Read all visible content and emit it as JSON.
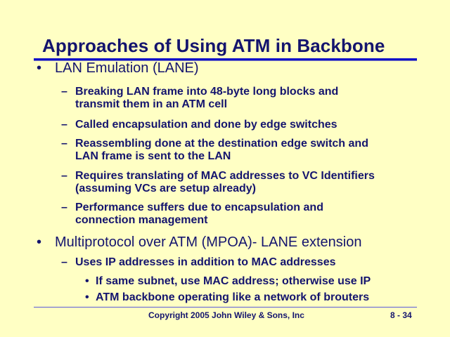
{
  "slide": {
    "title": "Approaches of Using ATM in Backbone",
    "bullets": [
      {
        "text": "LAN Emulation (LANE)",
        "sub": [
          {
            "lines": [
              "Breaking LAN frame into 48-byte long blocks and",
              "transmit them in an ATM cell"
            ]
          },
          {
            "lines": [
              "Called encapsulation and done by edge switches"
            ]
          },
          {
            "lines": [
              "Reassembling done at the destination edge switch and",
              "LAN frame is sent to the LAN"
            ]
          },
          {
            "lines": [
              "Requires translating of MAC addresses to VC Identifiers",
              "(assuming VCs are setup already)"
            ]
          },
          {
            "lines": [
              "Performance suffers due to encapsulation and",
              "connection management"
            ]
          }
        ]
      },
      {
        "text": "Multiprotocol over ATM (MPOA)- LANE extension",
        "sub": [
          {
            "lines": [
              "Uses IP addresses in addition to MAC addresses"
            ],
            "sub": [
              "If same subnet, use MAC address; otherwise use IP",
              "ATM backbone operating like a network of brouters"
            ]
          }
        ]
      }
    ],
    "markers": {
      "l1": "•",
      "l2": "–",
      "l3": "•"
    },
    "footer": "Copyright 2005 John Wiley & Sons, Inc",
    "page_number": "8 - 34"
  },
  "colors": {
    "background": "#FFFFC4",
    "text": "#14146E",
    "rule": "#1010C8"
  }
}
